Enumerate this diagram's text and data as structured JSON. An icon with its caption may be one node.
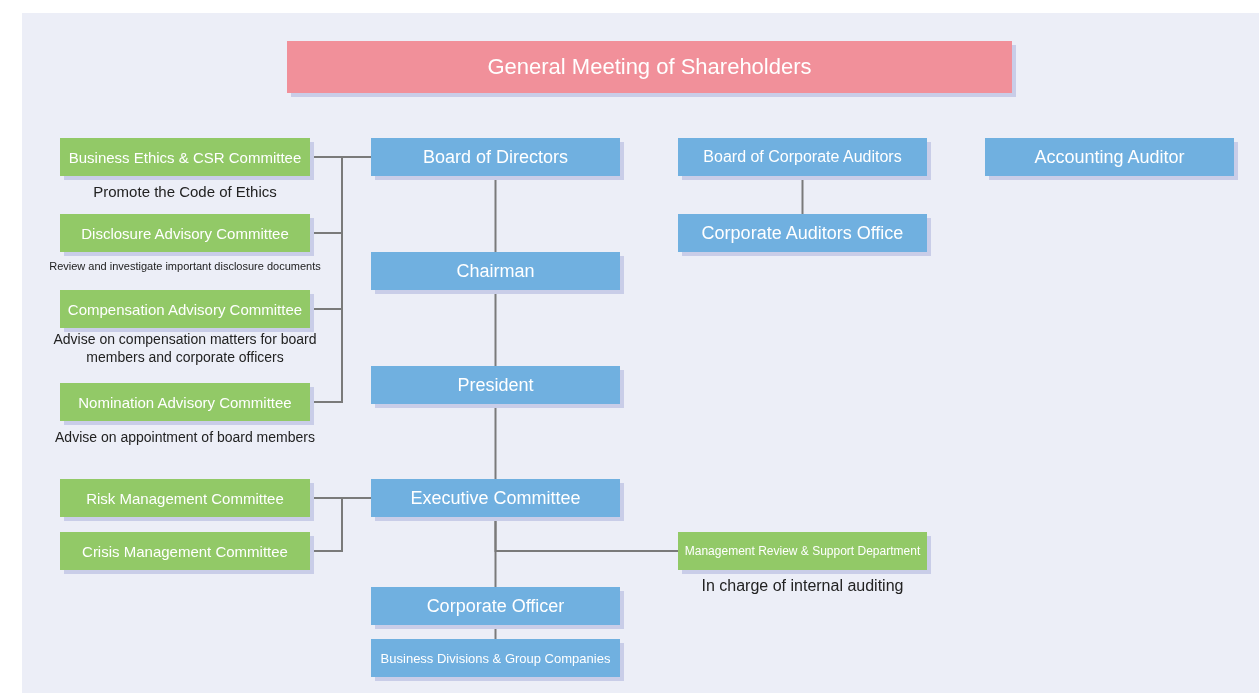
{
  "diagram": {
    "nodes": [
      {
        "text": [
          "General Meeting of Shareholders"
        ]
      },
      {
        "text": [
          "Business Ethics & CSR Committee"
        ],
        "beside": [
          "Promote the Code of Ethics"
        ]
      },
      {
        "text": [
          "Board of Directors"
        ]
      },
      {
        "text": [
          "Board of Corporate Auditors"
        ]
      },
      {
        "text": [
          "Accounting Auditor"
        ]
      },
      {
        "text": [
          "Disclosure Advisory Committee"
        ],
        "beside": [
          "Review and investigate important disclosure documents"
        ]
      },
      {
        "text": [
          "Corporate Auditors Office"
        ]
      },
      {
        "text": [
          "Chairman"
        ]
      },
      {
        "text": [
          "Compensation Advisory Committee"
        ],
        "beside": [
          "Advise on compensation matters for board members and corporate officers"
        ]
      },
      {
        "text": [
          "President"
        ]
      },
      {
        "text": [
          "Nomination Advisory Committee"
        ],
        "beside": [
          "Advise on appointment of board members"
        ]
      },
      {
        "text": [
          "Risk Management Committee"
        ]
      },
      {
        "text": [
          "Executive Committee"
        ]
      },
      {
        "text": [
          "Crisis Management Committee"
        ]
      },
      {
        "text": [
          "Management Review & Support Department"
        ],
        "beside": [
          "In charge of internal auditing"
        ]
      },
      {
        "text": [
          "Corporate Officer"
        ]
      },
      {
        "text": [
          "Business Divisions & Group Companies"
        ]
      }
    ],
    "edges": [
      {
        "from": 1,
        "to": 2,
        "arrow": "none"
      },
      {
        "from": 5,
        "to": 2,
        "arrow": "none"
      },
      {
        "from": 8,
        "to": 2,
        "arrow": "none"
      },
      {
        "from": 10,
        "to": 2,
        "arrow": "none"
      },
      {
        "from": 2,
        "to": 7,
        "arrow": "none"
      },
      {
        "from": 7,
        "to": 9,
        "arrow": "none"
      },
      {
        "from": 9,
        "to": 12,
        "arrow": "none"
      },
      {
        "from": 3,
        "to": 6,
        "arrow": "none"
      },
      {
        "from": 11,
        "to": 12,
        "arrow": "none"
      },
      {
        "from": 13,
        "to": 12,
        "arrow": "none"
      },
      {
        "from": 12,
        "to": 14,
        "arrow": "none"
      },
      {
        "from": 12,
        "to": 15,
        "arrow": "none"
      },
      {
        "from": 15,
        "to": 16,
        "arrow": "none"
      }
    ]
  }
}
